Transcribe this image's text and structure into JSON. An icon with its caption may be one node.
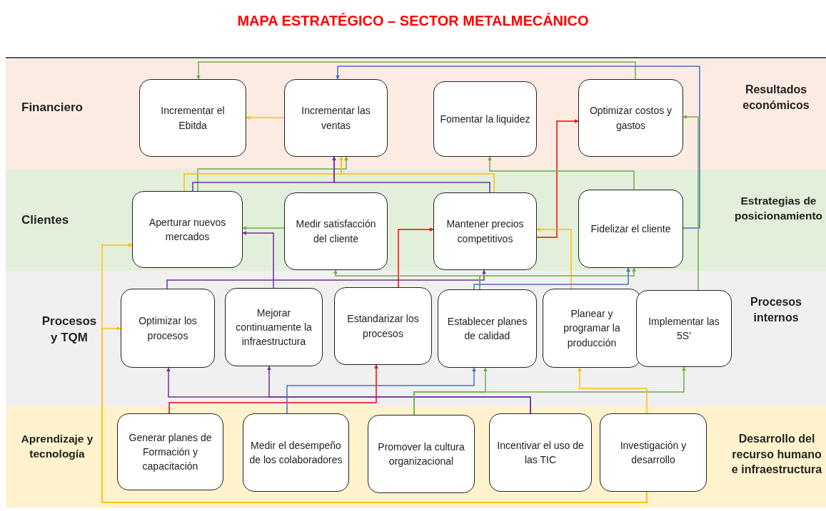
{
  "diagram": {
    "title": "MAPA ESTRATÉGICO – SECTOR METALMECÁNICO",
    "nodes": [
      {
        "text": [
          "Incrementar el Ebitda"
        ]
      },
      {
        "text": [
          "Incrementar las ventas"
        ]
      },
      {
        "text": [
          "Fomentar la liquidez"
        ]
      },
      {
        "text": [
          "Optimizar costos y gastos"
        ]
      },
      {
        "text": [
          "Aperturar nuevos mercados"
        ]
      },
      {
        "text": [
          "Medir satisfacción del cliente"
        ]
      },
      {
        "text": [
          "Mantener precios competitivos"
        ]
      },
      {
        "text": [
          "Fidelizar el cliente"
        ]
      },
      {
        "text": [
          "Optimizar los procesos"
        ]
      },
      {
        "text": [
          "Mejorar continuamente la infraestructura"
        ]
      },
      {
        "text": [
          "Estandarizar los procesos"
        ]
      },
      {
        "text": [
          "Establecer planes de calidad"
        ]
      },
      {
        "text": [
          "Planear y programar la producción"
        ]
      },
      {
        "text": [
          "Implementar las 5S’"
        ]
      },
      {
        "text": [
          "Generar planes de Formación y capacitación"
        ]
      },
      {
        "text": [
          "Medir el desempeño de los colaboradores"
        ]
      },
      {
        "text": [
          "Promover la cultura organizacional"
        ]
      },
      {
        "text": [
          "Incentivar el uso de las TIC"
        ]
      },
      {
        "text": [
          "Investigación y desarrollo"
        ]
      }
    ],
    "edges": [
      {
        "from": 1,
        "to": 0,
        "arrow": "to",
        "color": "#ffc000"
      },
      {
        "from": 3,
        "to": 0,
        "arrow": "to"
      },
      {
        "from": 7,
        "to": 1,
        "arrow": "to",
        "color": "#4472c4"
      },
      {
        "from": 5,
        "to": 4,
        "arrow": "to"
      },
      {
        "from": 4,
        "to": 1,
        "arrow": "to"
      },
      {
        "from": 4,
        "to": 1,
        "arrow": "to",
        "color": "#ffc000"
      },
      {
        "from": 6,
        "to": 1,
        "arrow": "to",
        "color": "#ffc000"
      },
      {
        "from": 4,
        "to": 1,
        "arrow": "to",
        "color": "#7030a0"
      },
      {
        "from": 6,
        "to": 1,
        "arrow": "to",
        "color": "#7030a0"
      },
      {
        "from": 6,
        "to": 3,
        "arrow": "to",
        "color": "#ff0000"
      },
      {
        "from": 10,
        "to": 6,
        "arrow": "to",
        "color": "#ff0000"
      },
      {
        "from": 7,
        "to": 2,
        "arrow": "to"
      },
      {
        "from": 13,
        "to": 3,
        "arrow": "to"
      },
      {
        "from": 9,
        "to": 4,
        "arrow": "to",
        "color": "#7030a0"
      },
      {
        "from": 8,
        "to": 6,
        "arrow": "to",
        "color": "#7030a0"
      },
      {
        "from": 12,
        "to": 6,
        "arrow": "to",
        "color": "#ffc000"
      },
      {
        "from": 11,
        "to": 5,
        "arrow": "to"
      },
      {
        "from": 11,
        "to": 7,
        "arrow": "to"
      },
      {
        "from": 11,
        "to": 7,
        "arrow": "to",
        "color": "#4472c4"
      },
      {
        "from": 17,
        "to": 8,
        "arrow": "to",
        "color": "#7030a0"
      },
      {
        "from": 17,
        "to": 9,
        "arrow": "to",
        "color": "#7030a0"
      },
      {
        "from": 14,
        "to": 10,
        "arrow": "to",
        "color": "#ff0000"
      },
      {
        "from": 15,
        "to": 11,
        "arrow": "to",
        "color": "#4472c4"
      },
      {
        "from": 16,
        "to": 11,
        "arrow": "to"
      },
      {
        "from": 16,
        "to": 13,
        "arrow": "to"
      },
      {
        "from": 18,
        "to": 12,
        "arrow": "to",
        "color": "#ffc000"
      },
      {
        "from": 18,
        "to": 4,
        "arrow": "to",
        "color": "#ffc000"
      },
      {
        "from": 18,
        "to": 8,
        "arrow": "to",
        "color": "#ffc000"
      }
    ],
    "labels": [
      "Financiero",
      "Resultados económicos",
      "Clientes",
      "Estrategias de posicionamiento",
      "Procesos y TQM",
      "Procesos internos",
      "Aprendizaje y tecnología",
      "Desarrollo del recurso humano e infraestructura"
    ]
  }
}
